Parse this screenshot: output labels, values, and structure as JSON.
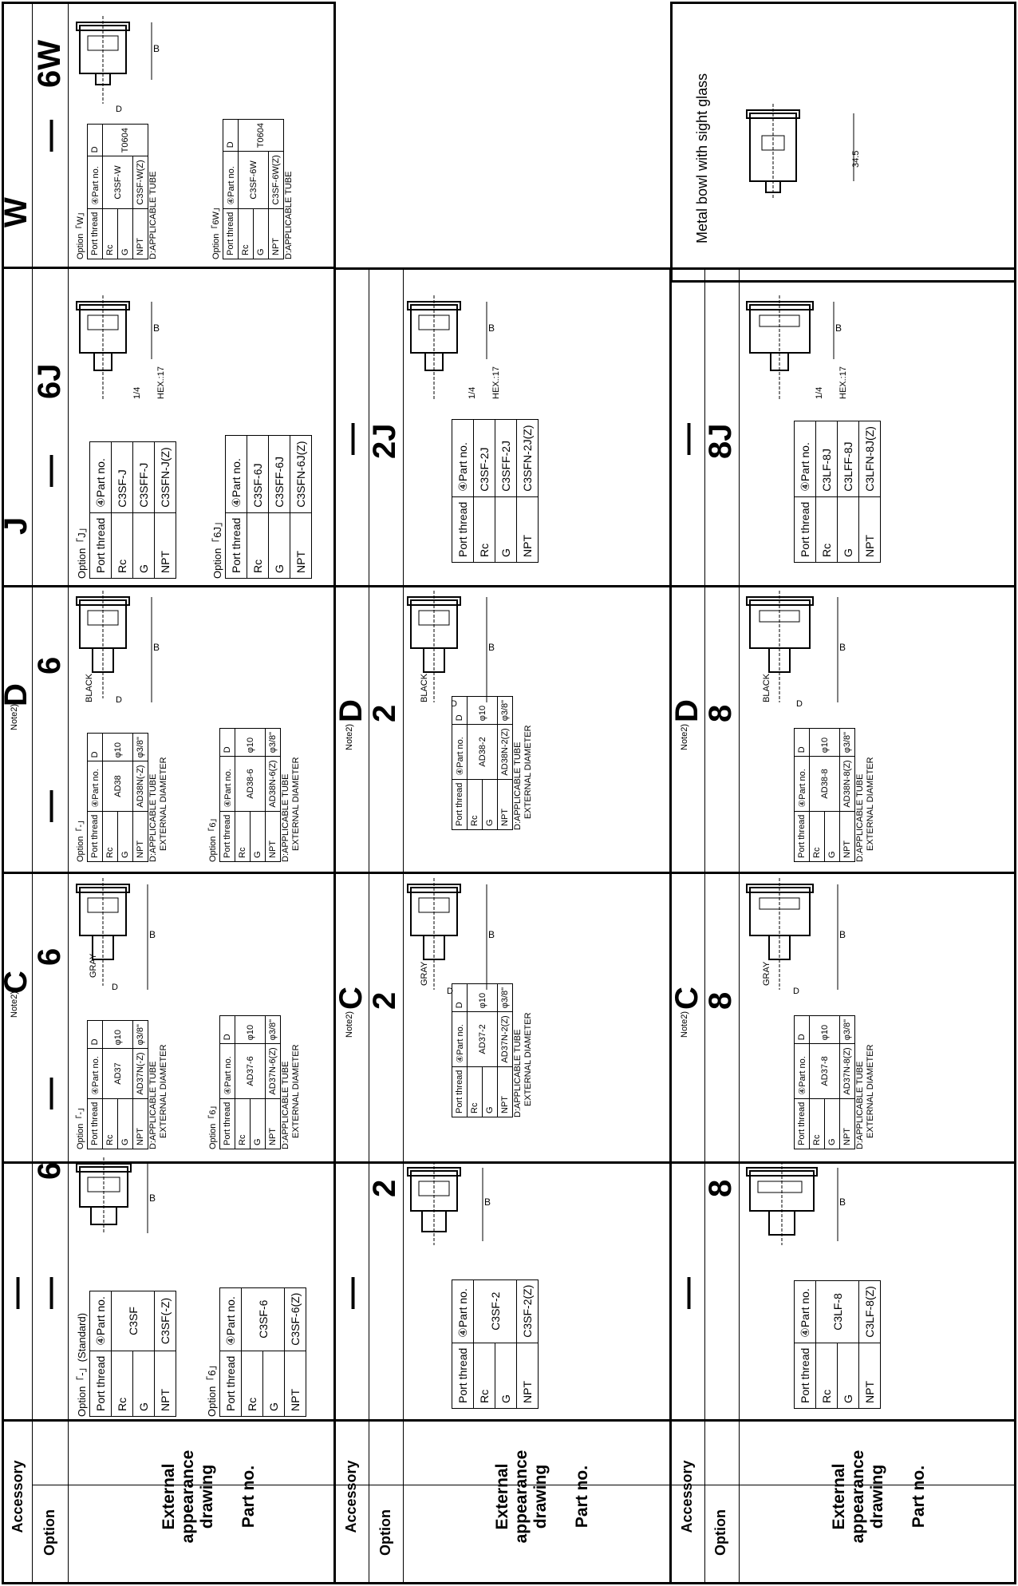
{
  "row_labels": {
    "accessory": "Accessory",
    "option": "Option",
    "drawing": "External appearance drawing",
    "part_no": "Part no."
  },
  "table_headers": {
    "port_thread": "Port thread",
    "part_no": "④Part no.",
    "d": "D"
  },
  "threads": [
    "Rc",
    "G",
    "NPT"
  ],
  "dim": {
    "b": "B",
    "d": "D",
    "quarter": "1/4",
    "hex": "HEX.:17",
    "glass_dim": "34.5"
  },
  "color_gray": "GRAY",
  "color_black": "BLACK",
  "note2": "Note2)",
  "footnote_tube": "D:APPLICABLE TUBE",
  "footnote_diam": "EXTERNAL DIAMETER",
  "dash": "—",
  "group1": {
    "std": {
      "accessory": "—",
      "option": "6",
      "t1": {
        "caption": "Option「-」(Standard)",
        "parts": [
          "C3SF",
          "C3SF(-Z)"
        ]
      },
      "t2": {
        "caption": "Option「6」",
        "parts": [
          "C3SF-6",
          "C3SF-6(Z)"
        ]
      }
    },
    "c": {
      "accessory": "C",
      "option": "6",
      "t1": {
        "caption": "Option「-」",
        "parts": [
          "AD37",
          "AD37N(-Z)"
        ],
        "d": [
          "φ10",
          "φ3/8\""
        ]
      },
      "t2": {
        "caption": "Option「6」",
        "parts": [
          "AD37-6",
          "AD37N-6(Z)"
        ],
        "d": [
          "φ10",
          "φ3/8\""
        ]
      }
    },
    "d": {
      "accessory": "D",
      "option": "6",
      "t1": {
        "caption": "Option「-」",
        "parts": [
          "AD38",
          "AD38N(-Z)"
        ],
        "d": [
          "φ10",
          "φ3/8\""
        ]
      },
      "t2": {
        "caption": "Option「6」",
        "parts": [
          "AD38-6",
          "AD38N-6(Z)"
        ],
        "d": [
          "φ10",
          "φ3/8\""
        ]
      }
    },
    "j": {
      "accessory": "J",
      "option": "6J",
      "t1": {
        "caption": "Option「J」",
        "parts": [
          "C3SF-J",
          "C3SFF-J",
          "C3SFN-J(Z)"
        ]
      },
      "t2": {
        "caption": "Option「6J」",
        "parts": [
          "C3SF-6J",
          "C3SFF-6J",
          "C3SFN-6J(Z)"
        ]
      }
    },
    "w": {
      "accessory": "W",
      "option": "6W",
      "t1": {
        "caption": "Option「W」",
        "parts": [
          "C3SF-W",
          "C3SF-W(Z)"
        ],
        "d": "T0604"
      },
      "t2": {
        "caption": "Option「6W」",
        "parts": [
          "C3SF-6W",
          "C3SF-6W(Z)"
        ],
        "d": "T0604"
      }
    }
  },
  "group2": {
    "std": {
      "accessory": "—",
      "option": "2",
      "parts": [
        "C3SF-2",
        "C3SF-2(Z)"
      ]
    },
    "c": {
      "accessory": "C",
      "option": "2",
      "parts": [
        "AD37-2",
        "AD37N-2(Z)"
      ],
      "d": [
        "φ10",
        "φ3/8\""
      ]
    },
    "d": {
      "accessory": "D",
      "option": "2",
      "parts": [
        "AD38-2",
        "AD38N-2(Z)"
      ],
      "d": [
        "φ10",
        "φ3/8\""
      ]
    },
    "j": {
      "accessory": "—",
      "option": "2J",
      "parts": [
        "C3SF-2J",
        "C3SFF-2J",
        "C3SFN-2J(Z)"
      ]
    }
  },
  "group3": {
    "std": {
      "accessory": "—",
      "option": "8",
      "parts": [
        "C3LF-8",
        "C3LF-8(Z)"
      ]
    },
    "c": {
      "accessory": "C",
      "option": "8",
      "parts": [
        "AD37-8",
        "AD37N-8(Z)"
      ],
      "d": [
        "φ10",
        "φ3/8\""
      ]
    },
    "d": {
      "accessory": "D",
      "option": "8",
      "parts": [
        "AD38-8",
        "AD38N-8(Z)"
      ],
      "d": [
        "φ10",
        "φ3/8\""
      ]
    },
    "j": {
      "accessory": "—",
      "option": "8J",
      "parts": [
        "C3LF-8J",
        "C3LFF-8J",
        "C3LFN-8J(Z)"
      ]
    }
  },
  "metal_bowl": {
    "label": "Metal bowl with sight glass"
  }
}
